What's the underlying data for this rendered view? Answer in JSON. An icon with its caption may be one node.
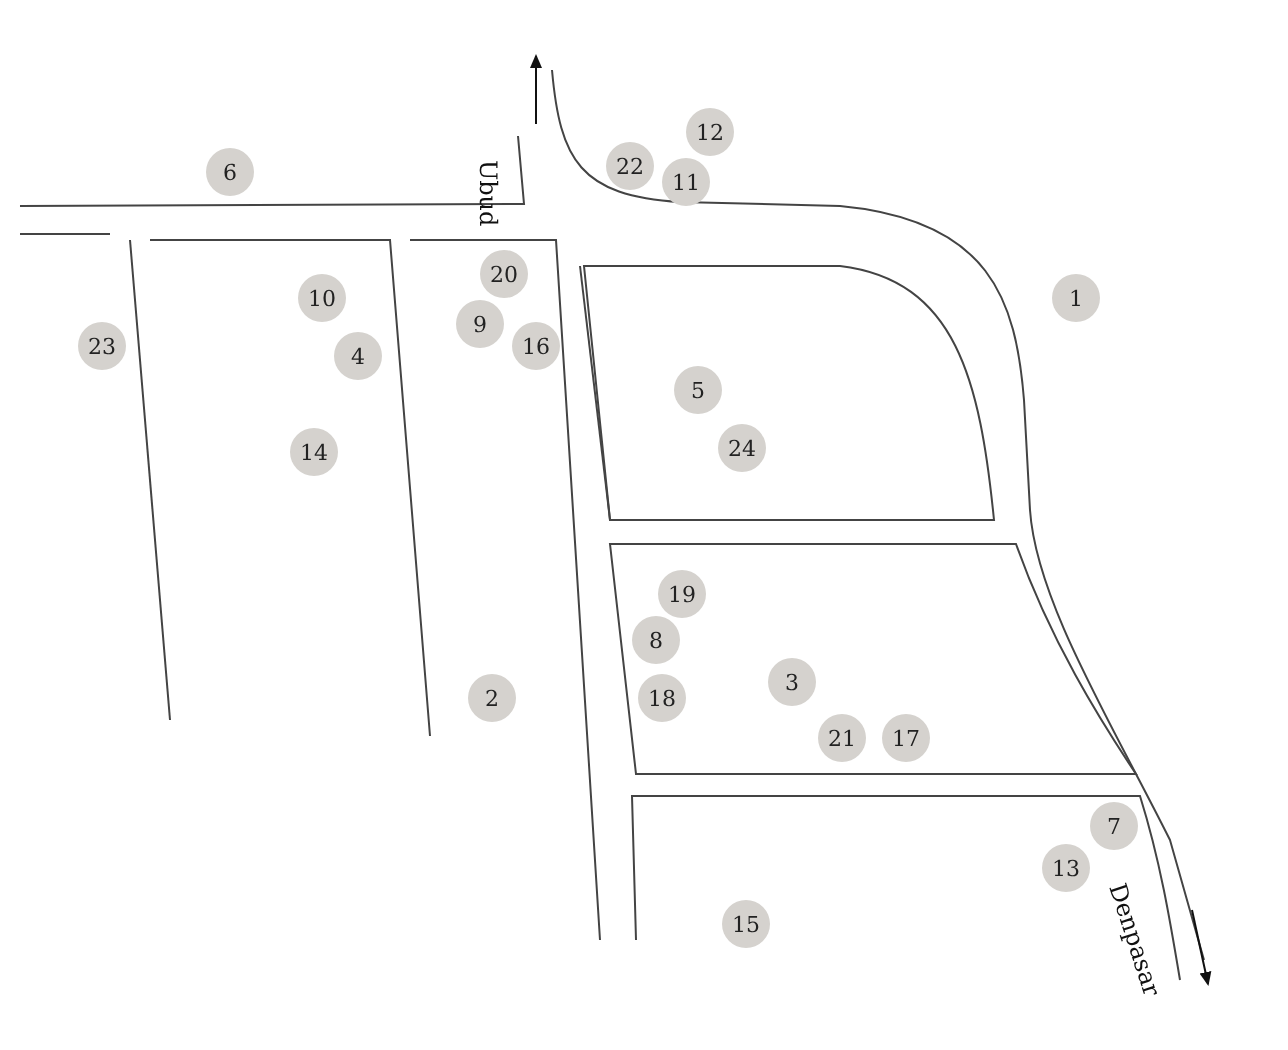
{
  "diagram": {
    "nodes": [
      {
        "text": [
          "12"
        ]
      },
      {
        "text": [
          "6"
        ]
      },
      {
        "text": [
          "22"
        ]
      },
      {
        "text": [
          "11"
        ]
      },
      {
        "text": [
          "20"
        ]
      },
      {
        "text": [
          "1"
        ]
      },
      {
        "text": [
          "10"
        ]
      },
      {
        "text": [
          "9"
        ]
      },
      {
        "text": [
          "16"
        ]
      },
      {
        "text": [
          "23"
        ]
      },
      {
        "text": [
          "4"
        ]
      },
      {
        "text": [
          "5"
        ]
      },
      {
        "text": [
          "24"
        ]
      },
      {
        "text": [
          "14"
        ]
      },
      {
        "text": [
          "19"
        ]
      },
      {
        "text": [
          "8"
        ]
      },
      {
        "text": [
          "3"
        ]
      },
      {
        "text": [
          "2"
        ]
      },
      {
        "text": [
          "18"
        ]
      },
      {
        "text": [
          "21"
        ]
      },
      {
        "text": [
          "17"
        ]
      },
      {
        "text": [
          "7"
        ]
      },
      {
        "text": [
          "13"
        ]
      },
      {
        "text": [
          "15"
        ]
      }
    ],
    "labels": [
      "Ubud",
      "Denpasar"
    ]
  }
}
